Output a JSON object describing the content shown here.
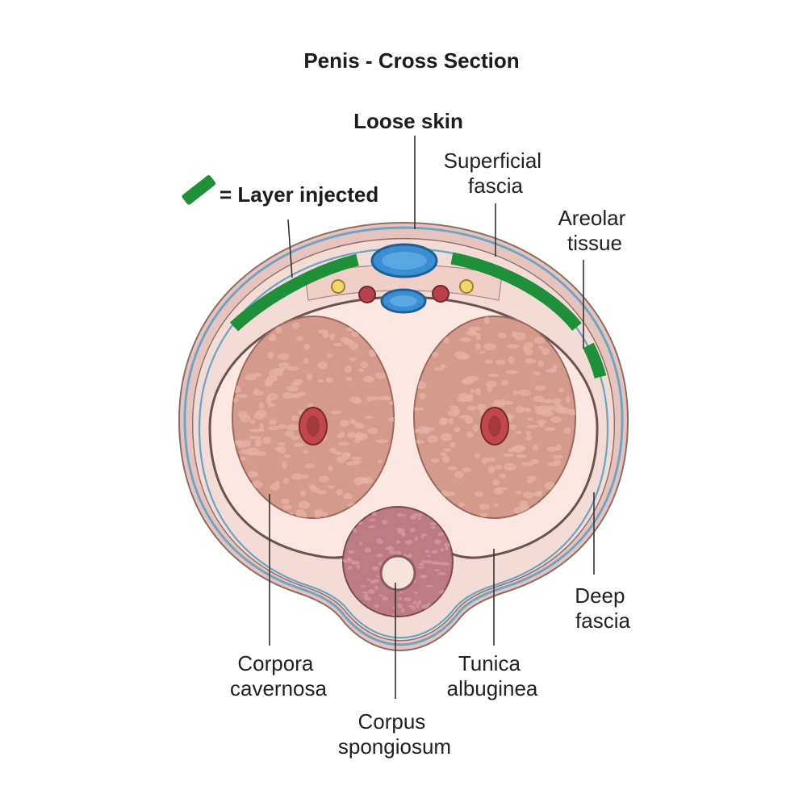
{
  "title": "Penis - Cross Section",
  "legend": {
    "text": "= Layer injected",
    "swatch_color": "#1f8f3a"
  },
  "labels": {
    "loose_skin": "Loose skin",
    "superficial_fascia": [
      "Superficial",
      "fascia"
    ],
    "areolar_tissue": [
      "Areolar",
      "tissue"
    ],
    "deep_fascia": [
      "Deep",
      "fascia"
    ],
    "corpora_cavernosa": [
      "Corpora",
      "cavernosa"
    ],
    "tunica_albuginea": [
      "Tunica",
      "albuginea"
    ],
    "corpus_spongiosum": [
      "Corpus",
      "spongiosum"
    ]
  },
  "colors": {
    "skin": "#e7c3bd",
    "skin_edge": "#8a6e69",
    "fascia_line": "#6fa4c4",
    "areolar": "#f4dcd6",
    "tunica": "#fbe8e2",
    "erectile": "#d49a8c",
    "erectile_dot": "#e7b2a6",
    "artery": "#c2474a",
    "spongiosum": "#bd7b84",
    "vein": "#3b8ed2",
    "nerve": "#f2d56b",
    "injected": "#1f8f3a"
  }
}
